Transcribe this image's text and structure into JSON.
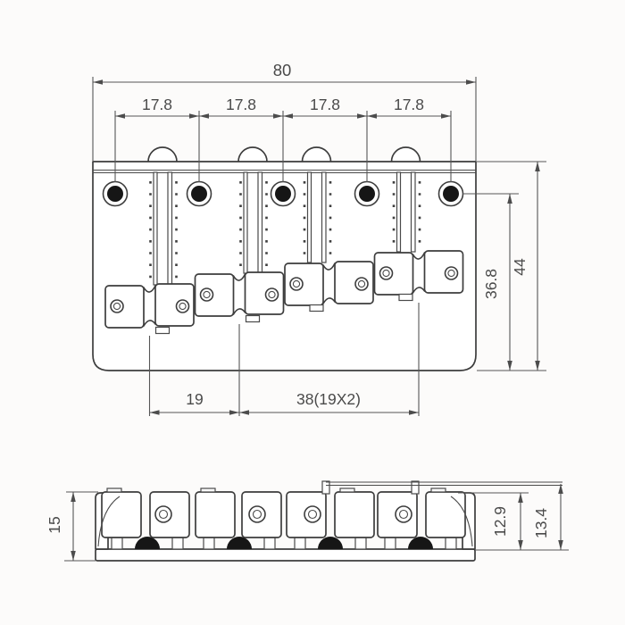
{
  "drawing": {
    "type": "technical-dimension-drawing",
    "subject": "bass-bridge"
  },
  "colors": {
    "background": "#fcfbfa",
    "object_line": "#3d3d3d",
    "dimension_line": "#565656",
    "text": "#4a4a4a",
    "hole_fill": "#161616"
  },
  "views": {
    "top": {
      "dimensions": {
        "overall_width": "80",
        "hole_spacing": [
          "17.8",
          "17.8",
          "17.8",
          "17.8"
        ],
        "hole_row_to_front_edge": "36.8",
        "overall_depth": "44",
        "saddle_pitch": "19",
        "saddle_span": "38(19X2)"
      }
    },
    "side": {
      "dimensions": {
        "overall_height": "15",
        "saddle_height": "12.9",
        "screw_height": "13.4"
      }
    }
  }
}
